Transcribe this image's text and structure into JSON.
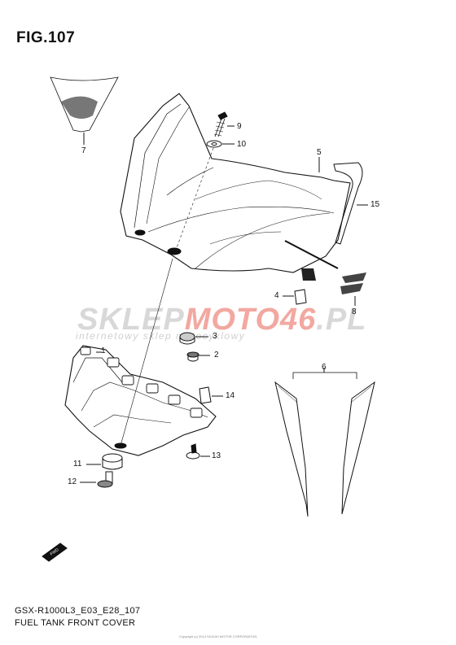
{
  "figure": {
    "title": "FIG.107"
  },
  "watermark": {
    "brand_grey": "SKLEP",
    "brand_red": "MOTO46",
    "brand_suffix": ".PL",
    "tagline": "internetowy sklep motocyklowy"
  },
  "callouts": {
    "c1": "1",
    "c2": "2",
    "c3": "3",
    "c4": "4",
    "c5": "5",
    "c6": "6",
    "c7": "7",
    "c8": "8",
    "c9": "9",
    "c10": "10",
    "c11": "11",
    "c12": "12",
    "c13": "13",
    "c14": "14",
    "c15": "15"
  },
  "fwd_label": "FWD",
  "footer": {
    "code": "GSX-R1000L3_E03_E28_107",
    "caption": "FUEL TANK FRONT COVER",
    "small_print": "Copyright (c) 2014 SUZUKI MOTOR CORPORATION"
  },
  "colors": {
    "line": "#111111",
    "watermark_grey": "#d8d8d8",
    "watermark_red": "#f2a8a0"
  }
}
